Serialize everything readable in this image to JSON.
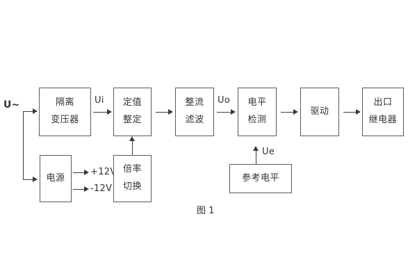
{
  "figure": {
    "caption": "图 1",
    "colors": {
      "box_border": "#595959",
      "line": "#3a3a3a",
      "text": "#333333",
      "background": "#ffffff"
    }
  },
  "blocks": [
    {
      "id": "isolation-transformer",
      "lines": [
        "隔离",
        "变压器"
      ]
    },
    {
      "id": "setting-value",
      "lines": [
        "定值",
        "整定"
      ]
    },
    {
      "id": "rectify-filter",
      "lines": [
        "整流",
        "滤波"
      ]
    },
    {
      "id": "level-detection",
      "lines": [
        "电平",
        "检测"
      ]
    },
    {
      "id": "drive",
      "lines": [
        "驱动"
      ]
    },
    {
      "id": "output-relay",
      "lines": [
        "出口",
        "继电器"
      ]
    },
    {
      "id": "power-supply",
      "lines": [
        "电源"
      ]
    },
    {
      "id": "ratio-switch",
      "lines": [
        "倍率",
        "切换"
      ]
    },
    {
      "id": "reference-level",
      "lines": [
        "参考电平"
      ]
    }
  ],
  "signals": {
    "input_source": "U~",
    "ui": "Ui",
    "uo": "Uo",
    "ue": "Ue",
    "rail_positive": "+12V",
    "rail_negative": "-12V"
  }
}
